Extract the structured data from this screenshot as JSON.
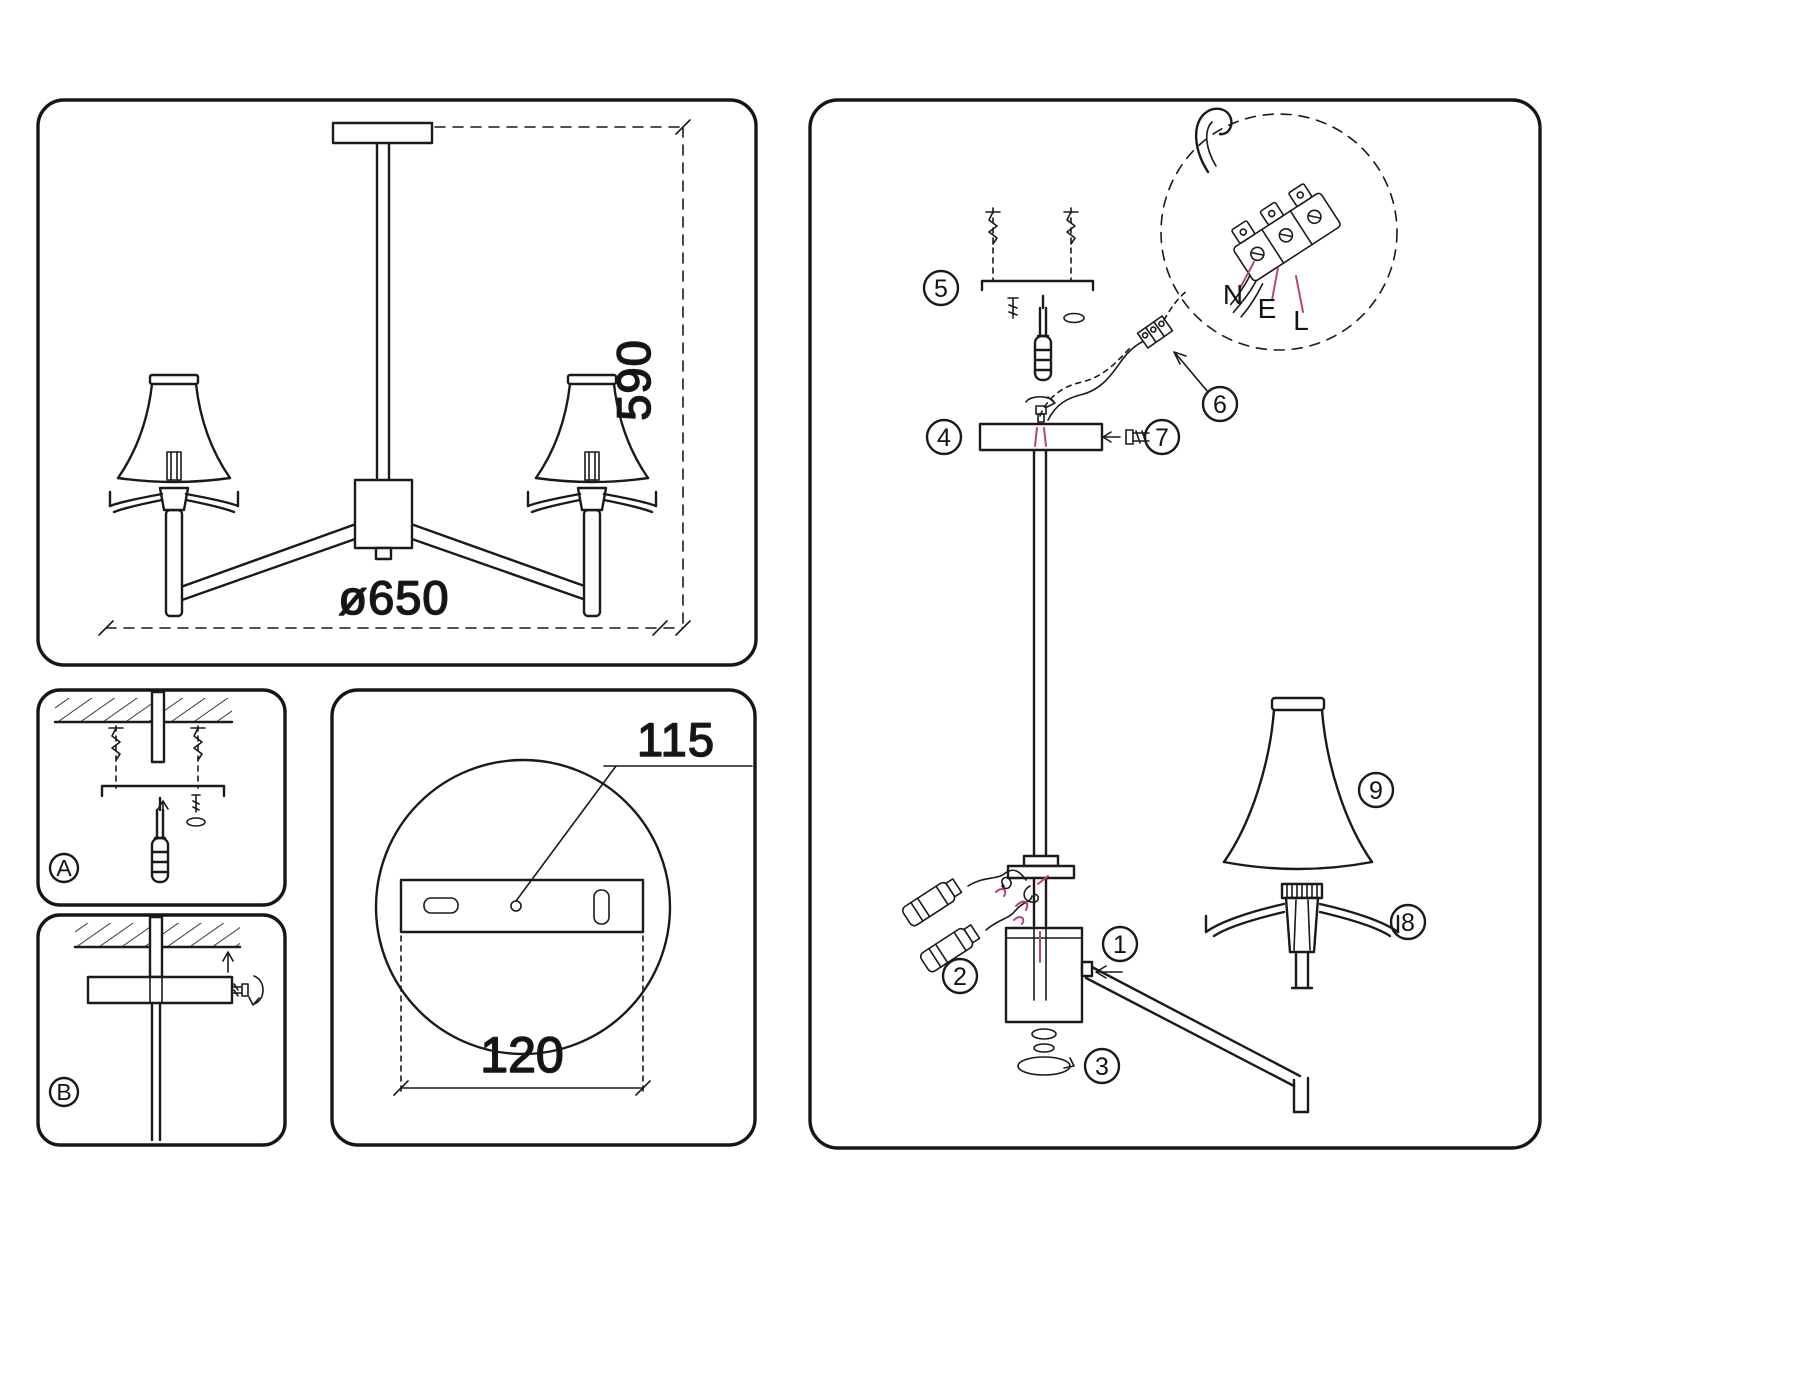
{
  "meta": {
    "background": "#ffffff",
    "line_color": "#1a1a1a",
    "accent_color": "#b8437f",
    "description": "Chandelier assembly instruction diagram"
  },
  "overview_panel": {
    "height_dim": "590",
    "diameter_dim": "ø650"
  },
  "plate_panel": {
    "hole_dim": "115",
    "length_dim": "120"
  },
  "step_panels": {
    "a_label": "A",
    "b_label": "B"
  },
  "callouts": {
    "c1": "1",
    "c2": "2",
    "c3": "3",
    "c4": "4",
    "c5": "5",
    "c6": "6",
    "c7": "7",
    "c8": "8",
    "c9": "9"
  },
  "wiring_labels": {
    "neutral": "N",
    "earth": "E",
    "live": "L"
  }
}
